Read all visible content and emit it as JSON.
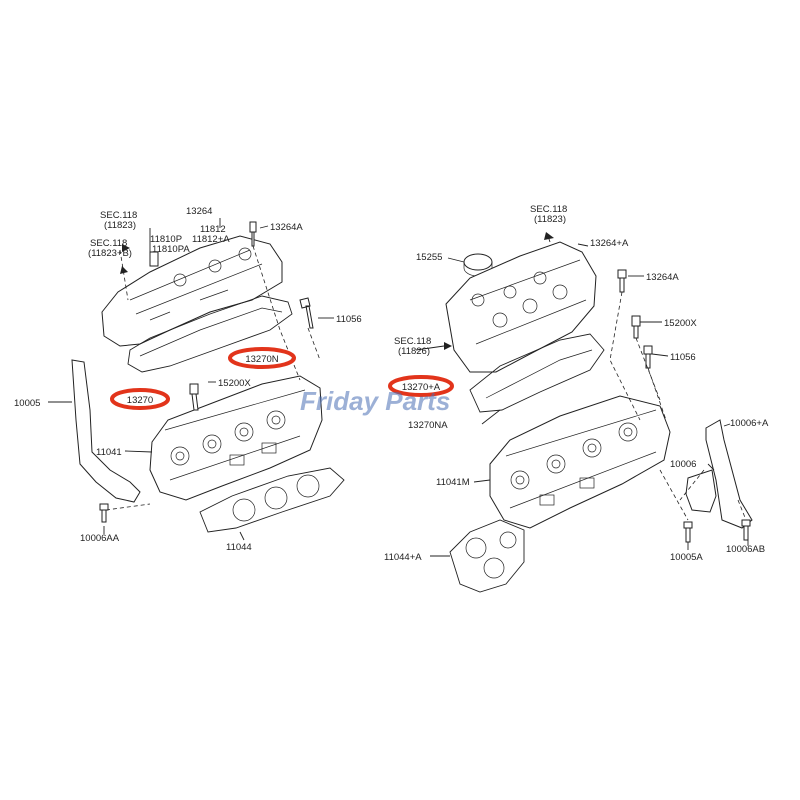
{
  "diagram": {
    "left_assembly": {
      "labels": {
        "sec118_11823": "SEC.118\n(11823)",
        "sec118_11823b": "SEC.118\n(11823+B)",
        "p13264": "13264",
        "p11810p": "11810P",
        "p11810pa": "11810PA",
        "p11812": "11812",
        "p11812a": "11812+A",
        "p13264a": "13264A",
        "p11056": "11056",
        "p13270n": "13270N",
        "p13270": "13270",
        "p15200x": "15200X",
        "p10005": "10005",
        "p11041": "11041",
        "p10006aa": "10006AA",
        "p11044": "11044"
      }
    },
    "right_assembly": {
      "labels": {
        "sec118_11823": "SEC.118\n(11823)",
        "p13264a_plus": "13264+A",
        "p15255": "15255",
        "p13264a": "13264A",
        "p15200x": "15200X",
        "sec118_11826": "SEC.118\n(11826)",
        "p11056": "11056",
        "p13270a": "13270+A",
        "p13270na": "13270NA",
        "p10006a": "10006+A",
        "p10006": "10006",
        "p11041m": "11041M",
        "p10005a": "10005A",
        "p10006ab": "10006AB",
        "p11044a": "11044+A"
      }
    },
    "highlight_color": "#e2341b"
  },
  "watermark": {
    "text": "Friday Parts",
    "color": "#4a6fb5"
  }
}
